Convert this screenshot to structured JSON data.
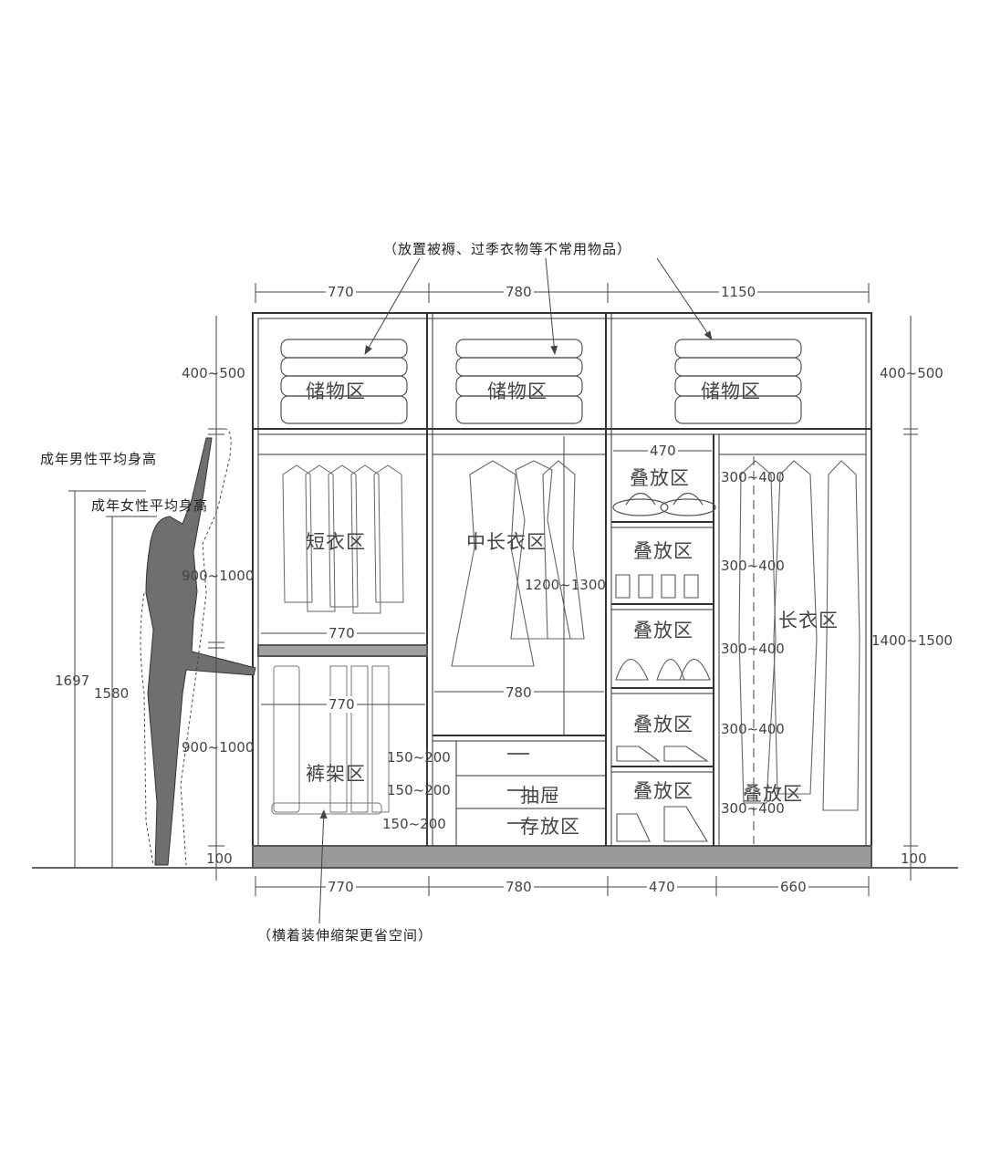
{
  "annotations": {
    "top_note": "（放置被褥、过季衣物等不常用物品）",
    "bottom_note": "（横着装伸缩架更省空间）",
    "male_height": "成年男性平均身高",
    "female_height": "成年女性平均身高"
  },
  "zones": {
    "storage_1": "储物区",
    "storage_2": "储物区",
    "storage_3": "储物区",
    "short_clothes": "短衣区",
    "mid_long_clothes": "中长衣区",
    "stack_1": "叠放区",
    "stack_2": "叠放区",
    "stack_3": "叠放区",
    "stack_4": "叠放区",
    "stack_5": "叠放区",
    "stack_6": "叠放区",
    "long_clothes": "长衣区",
    "pants_rack": "裤架区",
    "drawer_line1": "抽屉",
    "drawer_line2": "存放区"
  },
  "dimensions": {
    "top_widths": [
      "770",
      "780",
      "1150"
    ],
    "bottom_widths": [
      "770",
      "780",
      "470",
      "660"
    ],
    "inner_470": "470",
    "left_770_a": "770",
    "left_770_b": "770",
    "mid_780": "780",
    "left_storage_h": "400~500",
    "right_storage_h": "400~500",
    "left_short_h": "900~1000",
    "left_pants_h": "900~1000",
    "mid_hang_h": "1200~1300",
    "right_long_h": "1400~1500",
    "plinth_left": "100",
    "plinth_right": "100",
    "male_1697": "1697",
    "female_1580": "1580",
    "drawer_h": [
      "150~200",
      "150~200",
      "150~200"
    ],
    "shelf_h": [
      "300~400",
      "300~400",
      "300~400",
      "300~400",
      "300~400"
    ]
  }
}
